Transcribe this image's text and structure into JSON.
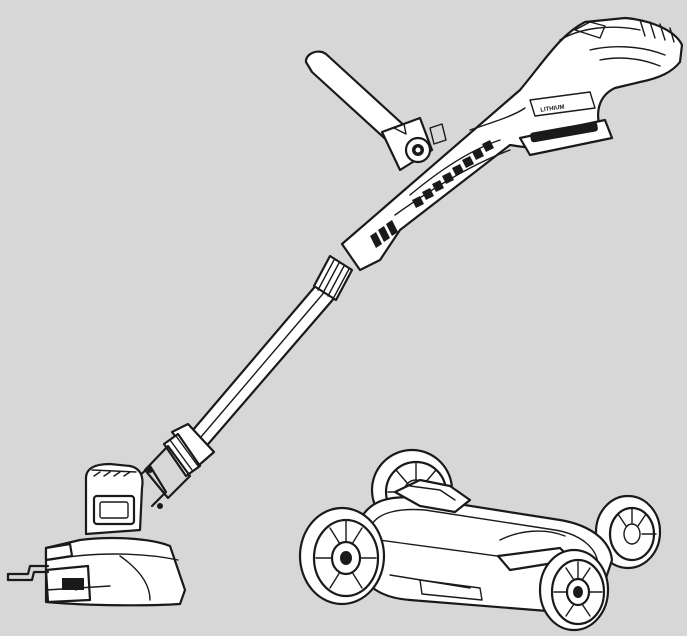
{
  "background": "#d7d7d7",
  "line_color": "#1a1a1a",
  "fill_color": "#ffffff",
  "battery_label": "LITHIUM",
  "components": [
    "string-trimmer",
    "mower-deck-attachment"
  ]
}
